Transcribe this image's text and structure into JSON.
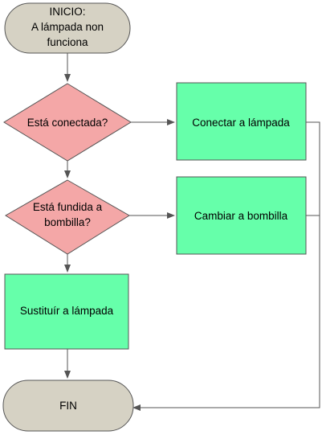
{
  "diagram": {
    "start_lines": [
      "INICIO:",
      "A lámpada non",
      "funciona"
    ],
    "decision_connected_label": "Está conectada?",
    "action_connect_label": "Conectar a lámpada",
    "decision_bulb_lines": [
      "Está fundida a",
      "bombilla?"
    ],
    "action_change_bulb_label": "Cambiar a bombilla",
    "action_replace_lamp_label": "Sustituír a lámpada",
    "end_label": "FIN"
  },
  "colors": {
    "terminator_fill": "#d6d2c4",
    "decision_fill": "#f4a7a7",
    "process_fill": "#66ffaa",
    "outline": "#555555",
    "connector": "#555555"
  }
}
